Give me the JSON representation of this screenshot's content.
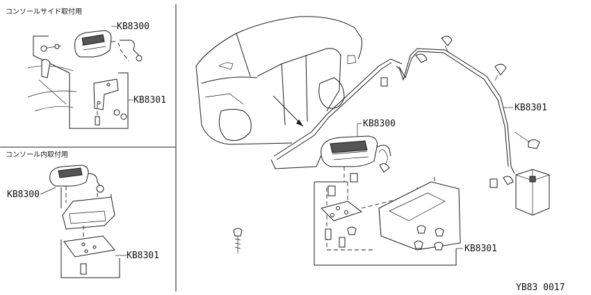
{
  "panels": {
    "console_side": {
      "title": "コンソールサイド取付用",
      "part_a": "KB8300",
      "part_b": "KB8301"
    },
    "console_inner": {
      "title": "コンソール内取付用",
      "part_a": "KB8300",
      "part_b": "KB8301"
    },
    "main": {
      "part_a": "KB8300",
      "part_b_upper": "KB8301",
      "part_b_lower": "KB8301"
    }
  },
  "footer": {
    "diagram_code": "YB83 0017"
  }
}
